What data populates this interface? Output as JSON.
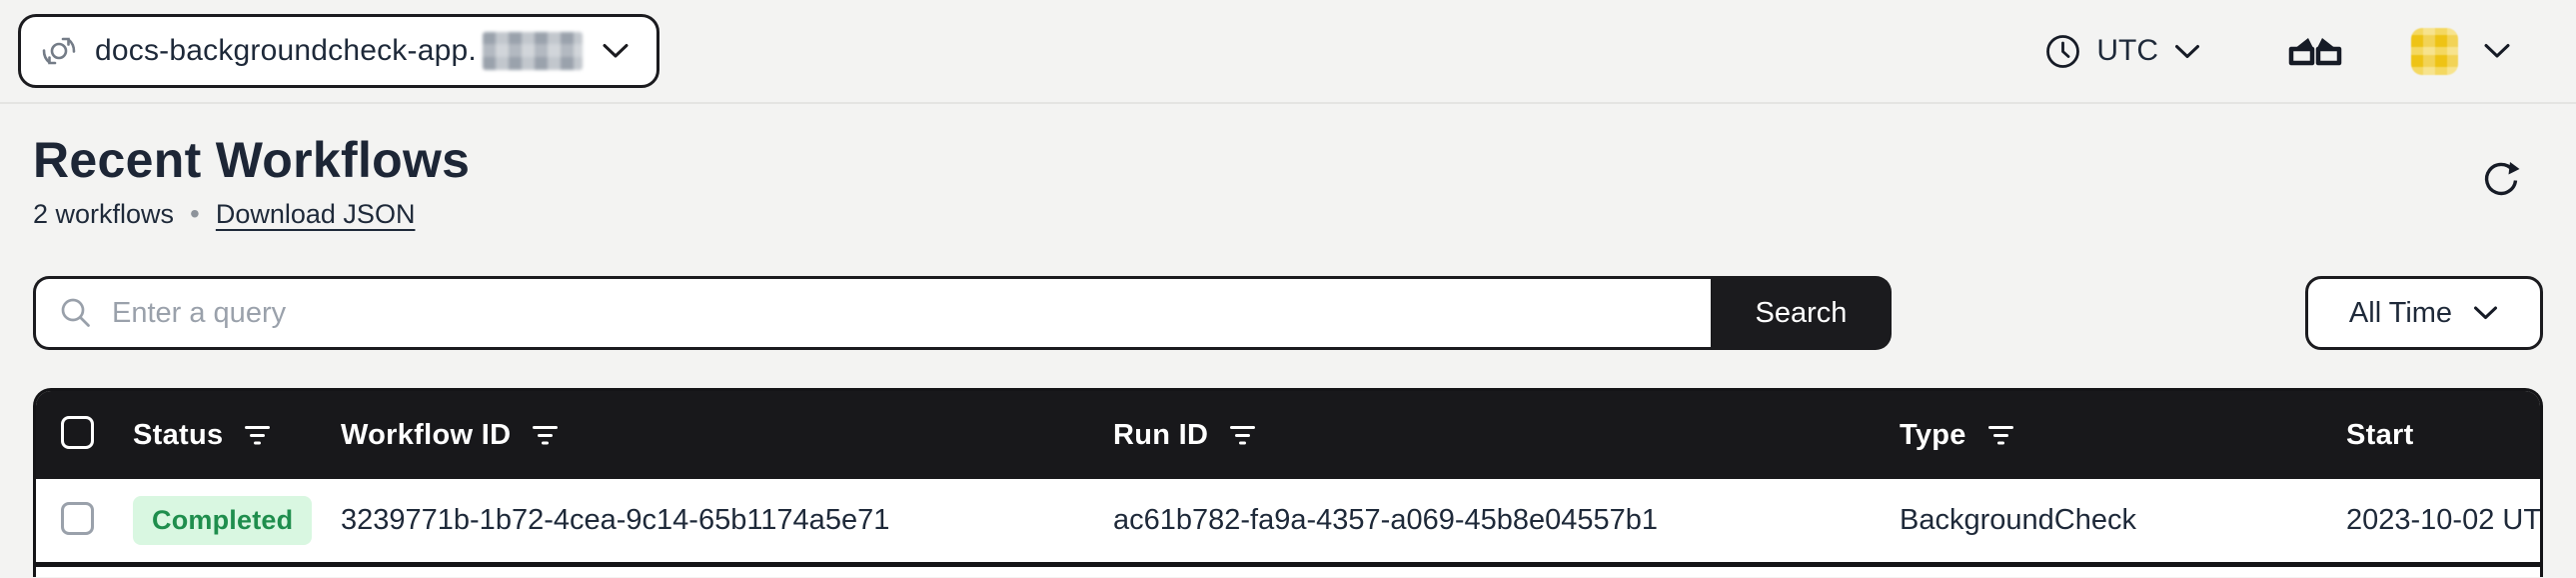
{
  "topbar": {
    "namespace_selector": {
      "label": "docs-backgroundcheck-app.",
      "value_redacted": true
    },
    "timezone_selector": {
      "label": "UTC"
    }
  },
  "page_header": {
    "title": "Recent Workflows",
    "workflow_count": "2 workflows",
    "separator": "•",
    "download_json_link": "Download JSON"
  },
  "search": {
    "placeholder": "Enter a query",
    "button_label": "Search"
  },
  "time_filter": {
    "selected": "All Time"
  },
  "workflows_table": {
    "columns": [
      {
        "label": "Status",
        "filter": true
      },
      {
        "label": "Workflow ID",
        "filter": true
      },
      {
        "label": "Run ID",
        "filter": true
      },
      {
        "label": "Type",
        "filter": true
      },
      {
        "label": "Start",
        "filter": false
      }
    ],
    "rows": [
      {
        "status": "Completed",
        "workflow_id": "3239771b-1b72-4cea-9c14-65b1174a5e71",
        "run_id": "ac61b782-fa9a-4357-a069-45b8e04557b1",
        "type": "BackgroundCheck",
        "start": "2023-10-02 UT"
      }
    ]
  },
  "icons": [
    "sync-icon",
    "chevron-down-icon",
    "clock-icon",
    "glasses-icon",
    "user-avatar",
    "refresh-icon",
    "search-icon",
    "filter-icon",
    "checkbox"
  ],
  "colors": {
    "page_background": "#f3f3f2",
    "dark_surface": "#18181b",
    "border_dark": "#1b1b1f",
    "text_primary": "#1e2939",
    "badge_completed_bg": "#d9f7e1",
    "badge_completed_text": "#1f8e4d",
    "avatar_yellow": "#eec315",
    "placeholder_gray": "#9aa1ab"
  }
}
